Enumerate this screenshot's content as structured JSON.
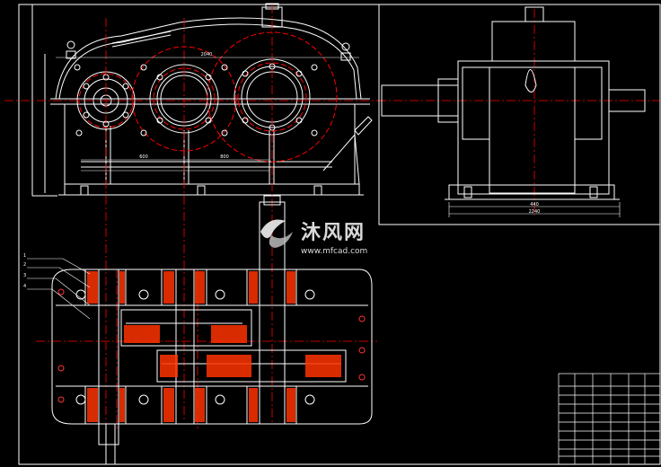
{
  "drawing": {
    "colors": {
      "background": "#000000",
      "outline": "#ffffff",
      "center": "#ff0000",
      "accent": "#ff6600",
      "dimension": "#ffffff"
    },
    "callouts": [
      "1",
      "2",
      "3",
      "4"
    ],
    "dims": {
      "front_top": "2040",
      "front_a": "600",
      "front_b": "800",
      "side_a": "440",
      "side_b": "2240"
    }
  },
  "watermark": {
    "text": "沐风网",
    "url": "www.mfcad.com",
    "logo": "mfcad-logo"
  }
}
